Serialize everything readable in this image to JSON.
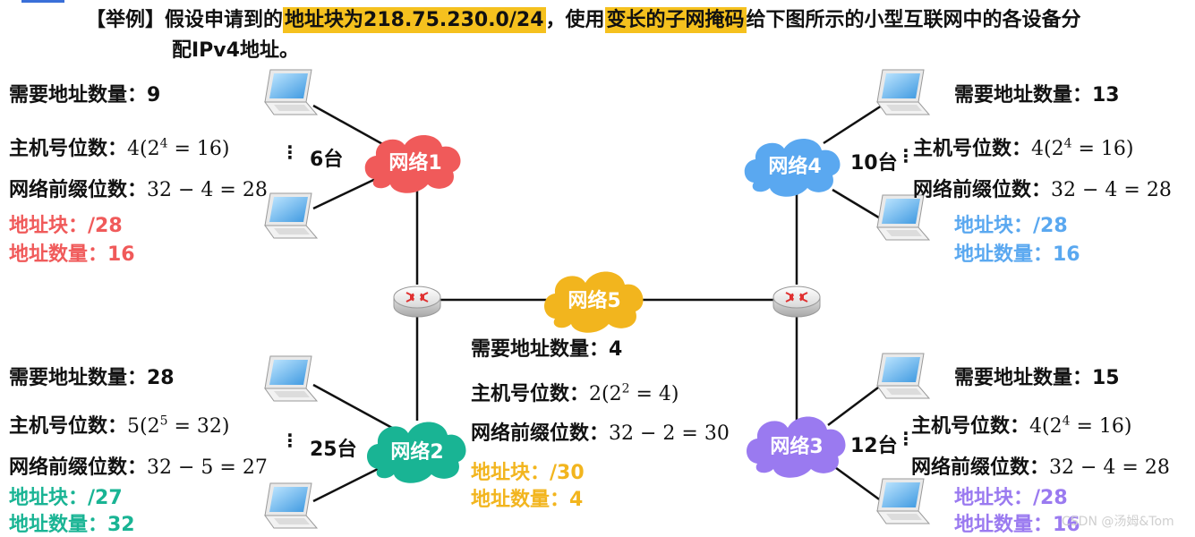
{
  "title": {
    "prefix": "【举例】假设申请到的",
    "hl1": "地址块为218.75.230.0/24",
    "mid": "，使用",
    "hl2": "变长的子网掩码",
    "suffix": "给下图所示的小型互联网中的各设备分",
    "line2": "配IPv4地址。"
  },
  "colors": {
    "net1": "#f05a5a",
    "net2": "#19b494",
    "net3": "#9a7af0",
    "net4": "#5aa8f0",
    "net5": "#f2b51e",
    "highlight": "#f5c11e"
  },
  "networks": {
    "net1": {
      "cloud_label": "网络1",
      "count": "6台",
      "need": "需要地址数量：9",
      "host_label": "主机号位数：",
      "host_math": "4(2",
      "host_exp": "4",
      "host_rest": " = 16)",
      "prefix_label": "网络前缀位数：",
      "prefix_math": "32 − 4 = 28",
      "block": "地址块：/28",
      "qty": "地址数量：16"
    },
    "net2": {
      "cloud_label": "网络2",
      "count": "25台",
      "need": "需要地址数量：28",
      "host_label": "主机号位数：",
      "host_math": "5(2",
      "host_exp": "5",
      "host_rest": " = 32)",
      "prefix_label": "网络前缀位数：",
      "prefix_math": "32 − 5 = 27",
      "block": "地址块：/27",
      "qty": "地址数量：32"
    },
    "net3": {
      "cloud_label": "网络3",
      "count": "12台",
      "need": "需要地址数量：15",
      "host_label": "主机号位数：",
      "host_math": "4(2",
      "host_exp": "4",
      "host_rest": " = 16)",
      "prefix_label": "网络前缀位数：",
      "prefix_math": "32 − 4 = 28",
      "block": "地址块：/28",
      "qty": "地址数量：16"
    },
    "net4": {
      "cloud_label": "网络4",
      "count": "10台",
      "need": "需要地址数量：13",
      "host_label": "主机号位数：",
      "host_math": "4(2",
      "host_exp": "4",
      "host_rest": " = 16)",
      "prefix_label": "网络前缀位数：",
      "prefix_math": "32 − 4 = 28",
      "block": "地址块：/28",
      "qty": "地址数量：16"
    },
    "net5": {
      "cloud_label": "网络5",
      "need": "需要地址数量：4",
      "host_label": "主机号位数：",
      "host_math": "2(2",
      "host_exp": "2",
      "host_rest": " = 4)",
      "prefix_label": "网络前缀位数：",
      "prefix_math": "32 − 2 = 30",
      "block": "地址块：/30",
      "qty": "地址数量：4"
    }
  },
  "dots": "⋮",
  "watermark": "CSDN @汤姆&Tom"
}
